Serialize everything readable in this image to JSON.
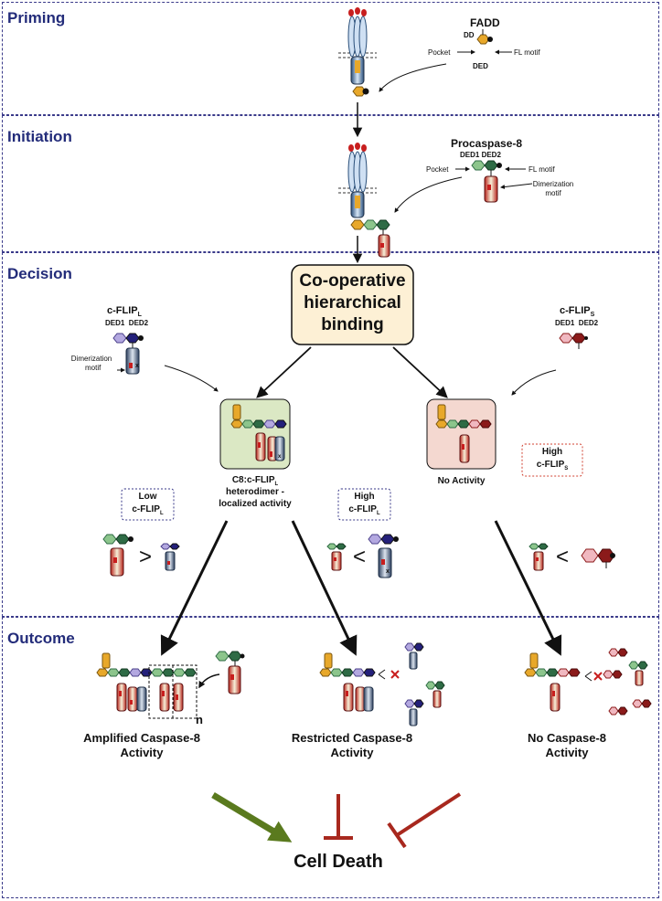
{
  "sections": {
    "priming": "Priming",
    "initiation": "Initiation",
    "decision": "Decision",
    "outcome": "Outcome"
  },
  "priming": {
    "fadd_title": "FADD",
    "dd": "DD",
    "ded": "DED",
    "pocket": "Pocket",
    "fl_motif": "FL motif"
  },
  "initiation": {
    "title": "Procaspase-8",
    "ded1_ded2": "DED1 DED2",
    "pocket": "Pocket",
    "fl_motif": "FL motif",
    "dimerization_line1": "Dimerization",
    "dimerization_line2": "motif"
  },
  "decision": {
    "coop_line1": "Co-operative",
    "coop_line2": "hierarchical",
    "coop_line3": "binding",
    "cflipl_name": "c-FLIP",
    "cflipl_sub": "L",
    "cflipl_deds": "DED1  DED2",
    "dimer_line1": "Dimerization",
    "dimer_line2": "motif",
    "cflips_name": "c-FLIP",
    "cflips_sub": "S",
    "cflips_deds": "DED1  DED2",
    "hetero_line1": "C8:c-FLIP",
    "hetero_sub": "L",
    "hetero_line2": "heterodimer -",
    "hetero_line3": "localized activity",
    "no_activity": "No Activity",
    "high_cflips_line1": "High",
    "high_cflips_line2": "c-FLIP",
    "high_cflips_sub": "S",
    "low_cflipl_line1": "Low",
    "low_cflipl_line2": "c-FLIP",
    "low_cflipl_sub": "L",
    "high_cflipl_line1": "High",
    "high_cflipl_line2": "c-FLIP",
    "high_cflipl_sub": "L",
    "gt": ">",
    "lt1": "<",
    "lt2": "<"
  },
  "outcome": {
    "n_label": "n",
    "amplified_line1": "Amplified Caspase-8",
    "amplified_line2": "Activity",
    "restricted_line1": "Restricted Caspase-8",
    "restricted_line2": "Activity",
    "none_line1": "No Caspase-8",
    "none_line2": "Activity",
    "cell_death": "Cell Death"
  },
  "colors": {
    "section_title": "#232c7a",
    "panel_border": "#3a3a8a",
    "coop_fill": "#fdf0d5",
    "hetero_fill": "#dbe8c4",
    "noact_fill": "#f4d8d0",
    "fadd_ded": "#e8a82a",
    "c8_ded1": "#8cc58c",
    "c8_ded2": "#2e6b45",
    "flipl_ded1": "#b3a8e0",
    "flipl_ded2": "#24207a",
    "flips_ded1": "#f0b8c0",
    "flips_ded2": "#8b1a1a",
    "green_arrow": "#5a7a1e",
    "red_inhibit": "#a8281e"
  }
}
